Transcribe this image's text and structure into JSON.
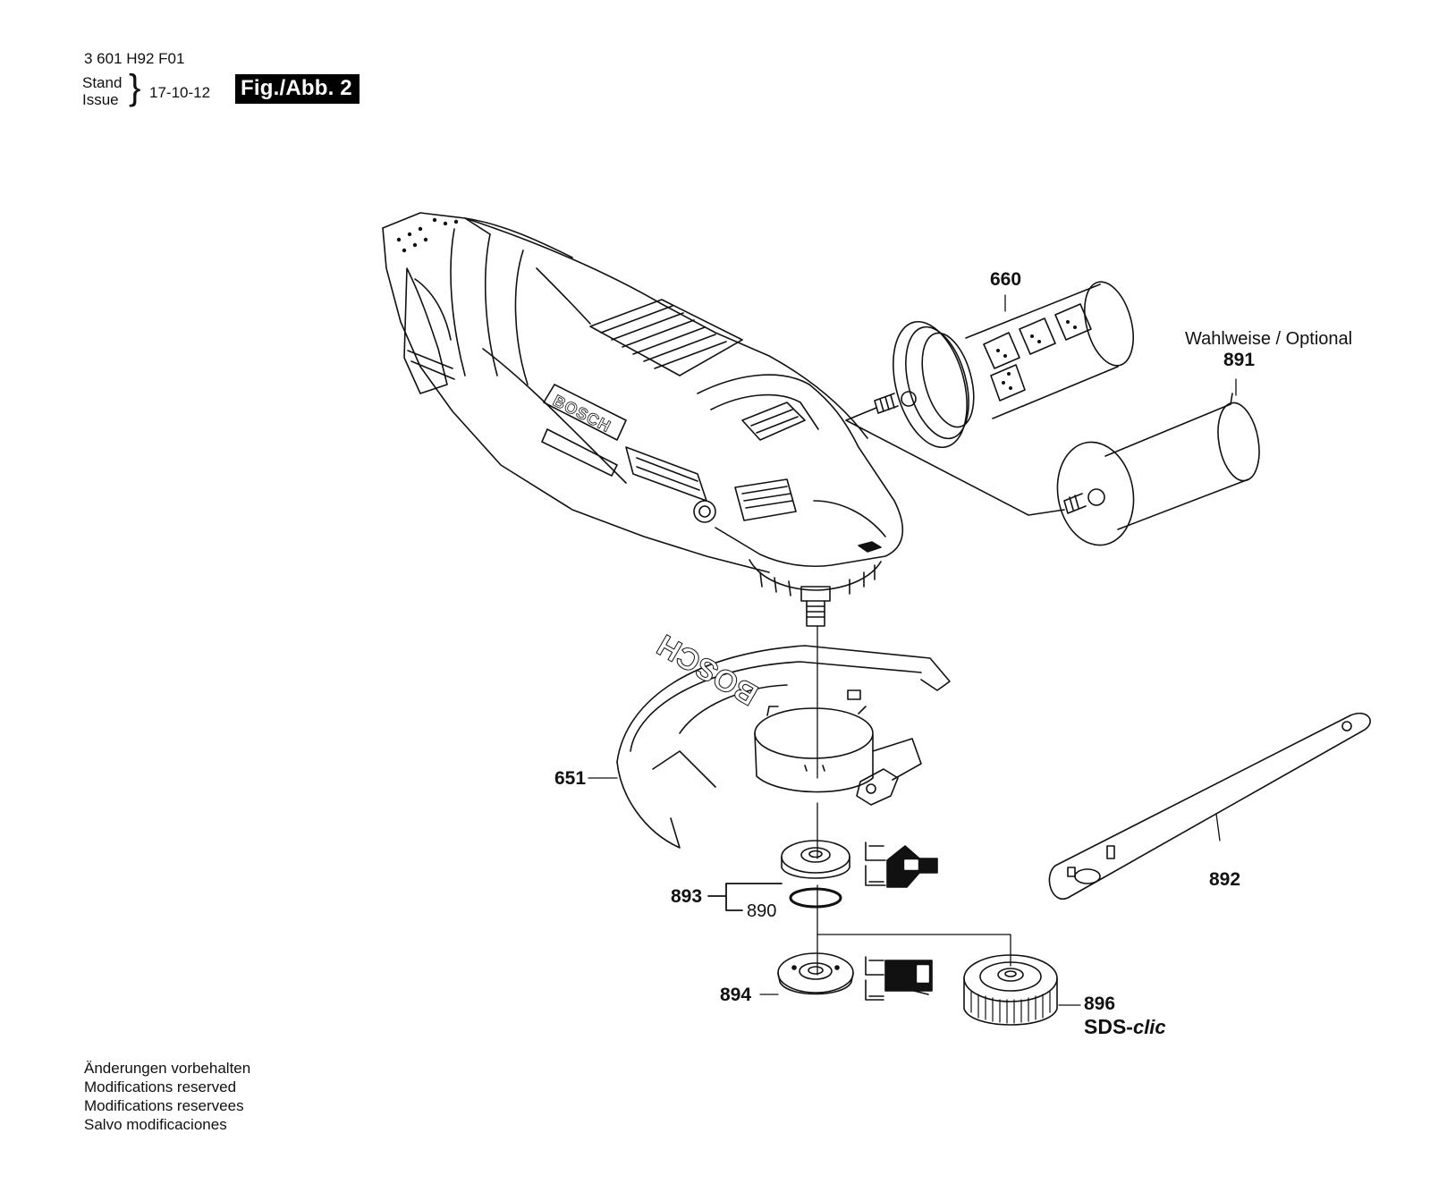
{
  "header": {
    "part_number": "3 601 H92 F01",
    "stand_label": "Stand",
    "issue_label": "Issue",
    "date": "17-10-12",
    "figure_label": "Fig./Abb. 2"
  },
  "labels": {
    "p660": "660",
    "optional_text": "Wahlweise / Optional",
    "p891": "891",
    "p651": "651",
    "p892": "892",
    "p893": "893",
    "p890": "890",
    "p894": "894",
    "p896": "896",
    "sds_prefix": "SDS-",
    "sds_suffix": "clic",
    "brand": "BOSCH"
  },
  "footer": {
    "lines": [
      "Änderungen vorbehalten",
      "Modifications reserved",
      "Modifications reservees",
      "Salvo modificaciones"
    ]
  }
}
